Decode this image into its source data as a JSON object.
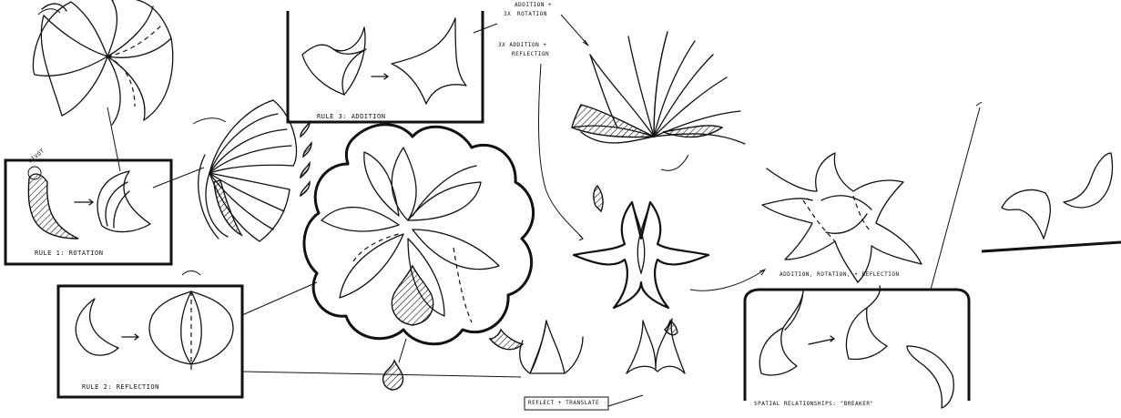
{
  "labels": {
    "rule1": "RULE 1: ROTATION",
    "rule2": "RULE 2: REFLECTION",
    "rule3": "RULE 3: ADDITION",
    "top_note_1a": "ADDITION +",
    "top_note_1b": "ROTATION",
    "top_note_1c": "3x",
    "top_note_2a": "3x ADDITION +",
    "top_note_2b": "REFLECTION",
    "addition_rotation_reflection": "ADDITION, ROTATION, + REFLECTION",
    "reflect_translate": "REFLECT + TRANSLATE",
    "spatial_relationships": "SPATIAL RELATIONSHIPS: \"BREAKER\"",
    "pivot_note": "PIVOT"
  }
}
